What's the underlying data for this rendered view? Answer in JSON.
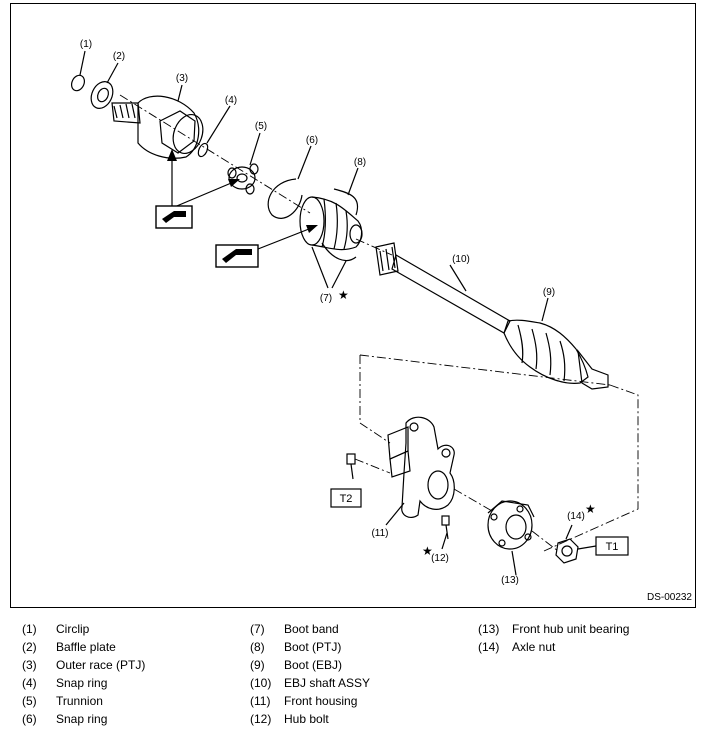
{
  "figure_code": "DS-00232",
  "callouts": {
    "c1": "(1)",
    "c2": "(2)",
    "c3": "(3)",
    "c4": "(4)",
    "c5": "(5)",
    "c6": "(6)",
    "c7": "(7)",
    "c8": "(8)",
    "c9": "(9)",
    "c10": "(10)",
    "c11": "(11)",
    "c12": "(12)",
    "c13": "(13)",
    "c14": "(14)"
  },
  "torque_tags": {
    "t1": "T1",
    "t2": "T2"
  },
  "star_symbol": "★",
  "legend": [
    {
      "num": "(1)",
      "name": "Circlip"
    },
    {
      "num": "(2)",
      "name": "Baffle plate"
    },
    {
      "num": "(3)",
      "name": "Outer race (PTJ)"
    },
    {
      "num": "(4)",
      "name": "Snap ring"
    },
    {
      "num": "(5)",
      "name": "Trunnion"
    },
    {
      "num": "(6)",
      "name": "Snap ring"
    },
    {
      "num": "(7)",
      "name": "Boot band"
    },
    {
      "num": "(8)",
      "name": "Boot (PTJ)"
    },
    {
      "num": "(9)",
      "name": "Boot (EBJ)"
    },
    {
      "num": "(10)",
      "name": "EBJ shaft ASSY"
    },
    {
      "num": "(11)",
      "name": "Front housing"
    },
    {
      "num": "(12)",
      "name": "Hub bolt"
    },
    {
      "num": "(13)",
      "name": "Front hub unit bearing"
    },
    {
      "num": "(14)",
      "name": "Axle nut"
    }
  ]
}
